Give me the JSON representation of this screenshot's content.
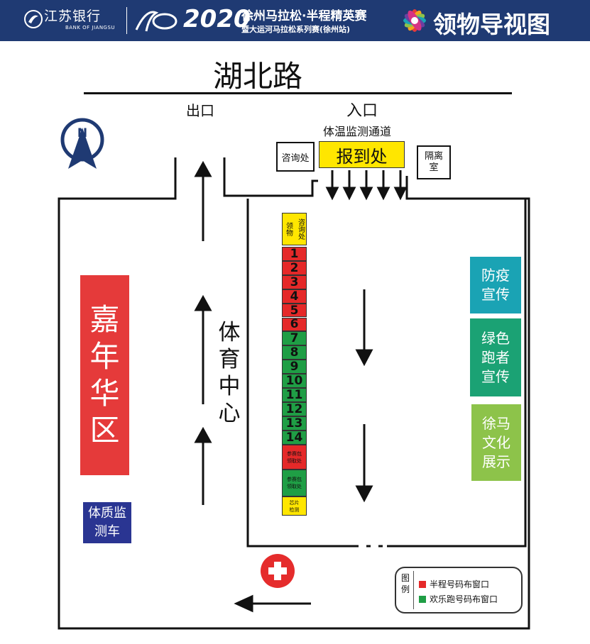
{
  "header": {
    "bank_name": "江苏银行",
    "bank_name_en": "BANK OF JIANGSU",
    "year": "2020",
    "title_line1": "徐州马拉松·半程精英赛",
    "title_line2": "暨大运河马拉松系列赛(徐州站)",
    "map_title": "领物导视图"
  },
  "map": {
    "road_name": "湖北路",
    "exit_label": "出口",
    "entry_label": "入口",
    "temp_channel": "体温监测通道",
    "consult_label": "咨询处",
    "checkin_label": "报到处",
    "isolation_label": "隔离室",
    "compass_letter": "N",
    "sports_center": "体育中心",
    "carnival": "嘉年华区",
    "physical_check": "体质监测车",
    "prevention": "防疫宣传",
    "green_runner": "绿色跑者宣传",
    "xuma_culture": "徐马文化展示",
    "consult_pickup_left": "领物",
    "consult_pickup_right": "咨询处",
    "windows": [
      "1",
      "2",
      "3",
      "4",
      "5",
      "6",
      "7",
      "8",
      "9",
      "10",
      "11",
      "12",
      "13",
      "14"
    ],
    "participant_pickup_1": "参赛包领取处",
    "participant_pickup_2": "参赛包领取处",
    "chip_check": "芯片检测"
  },
  "legend": {
    "title": "图例",
    "half_label": "半程号码布窗口",
    "fun_label": "欢乐跑号码布窗口"
  },
  "colors": {
    "header_bg": "#1f3a73",
    "half_window": "#e52929",
    "fun_window": "#1f9e45",
    "carnival": "#e53a3a",
    "physical_check": "#2a3592",
    "prevention": "#1aa3b4",
    "green_runner": "#1ba274",
    "xuma_culture": "#8dc34a",
    "yellow": "#ffe600",
    "first_aid": "#e52c2c"
  },
  "window_colors": [
    "red",
    "red",
    "red",
    "red",
    "red",
    "red",
    "green",
    "green",
    "green",
    "green",
    "green",
    "green",
    "green",
    "green"
  ]
}
